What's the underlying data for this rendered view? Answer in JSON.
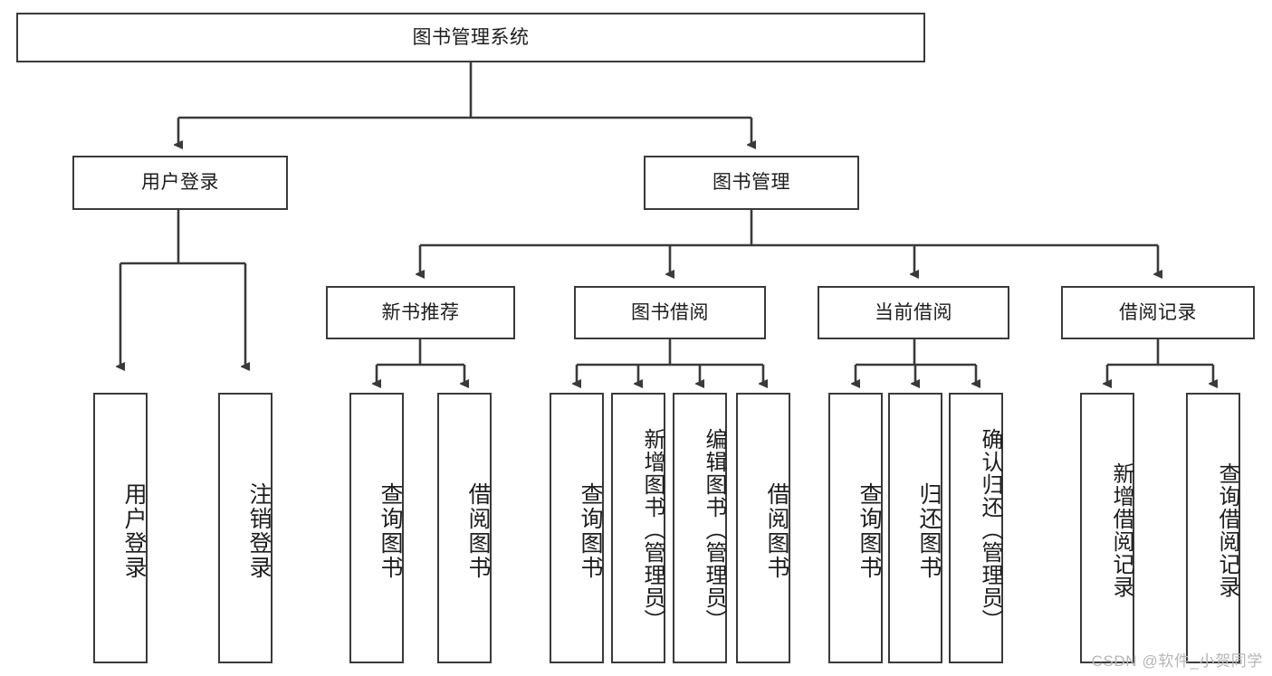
{
  "diagram": {
    "title": "图书管理系统",
    "type": "tree-hierarchy",
    "watermark": "CSDN @软件_小贺同学",
    "colors": {
      "box_border": "#3a3a3a",
      "box_fill": "#ffffff",
      "edge": "#3a3a3a",
      "text": "#1d1d1d",
      "watermark": "#b6b6b6"
    },
    "nodes": {
      "root": {
        "label": "图书管理系统"
      },
      "level2": [
        {
          "id": "user_login",
          "label": "用户登录"
        },
        {
          "id": "book_manage",
          "label": "图书管理"
        }
      ],
      "level3": [
        {
          "id": "new_book_rec",
          "label": "新书推荐"
        },
        {
          "id": "book_borrow",
          "label": "图书借阅"
        },
        {
          "id": "current_borrow",
          "label": "当前借阅"
        },
        {
          "id": "borrow_record",
          "label": "借阅记录"
        }
      ],
      "leaves": [
        {
          "id": "leaf_user_login",
          "label": "用户登录",
          "parent": "user_login"
        },
        {
          "id": "leaf_logout_login",
          "label": "注销登录",
          "parent": "user_login"
        },
        {
          "id": "leaf_query_book_1",
          "label": "查询图书",
          "parent": "new_book_rec"
        },
        {
          "id": "leaf_borrow_book_1",
          "label": "借阅图书",
          "parent": "new_book_rec"
        },
        {
          "id": "leaf_query_book_2",
          "label": "查询图书",
          "parent": "book_borrow"
        },
        {
          "id": "leaf_add_book",
          "label": "新增图书（管理员）",
          "parent": "book_borrow"
        },
        {
          "id": "leaf_edit_book",
          "label": "编辑图书（管理员）",
          "parent": "book_borrow"
        },
        {
          "id": "leaf_borrow_book_2",
          "label": "借阅图书",
          "parent": "book_borrow"
        },
        {
          "id": "leaf_query_book_3",
          "label": "查询图书",
          "parent": "current_borrow"
        },
        {
          "id": "leaf_return_book",
          "label": "归还图书",
          "parent": "current_borrow"
        },
        {
          "id": "leaf_confirm_return",
          "label": "确认归还（管理员）",
          "parent": "current_borrow"
        },
        {
          "id": "leaf_add_record",
          "label": "新增借阅记录",
          "parent": "borrow_record"
        },
        {
          "id": "leaf_query_record",
          "label": "查询借阅记录",
          "parent": "borrow_record"
        }
      ]
    }
  }
}
